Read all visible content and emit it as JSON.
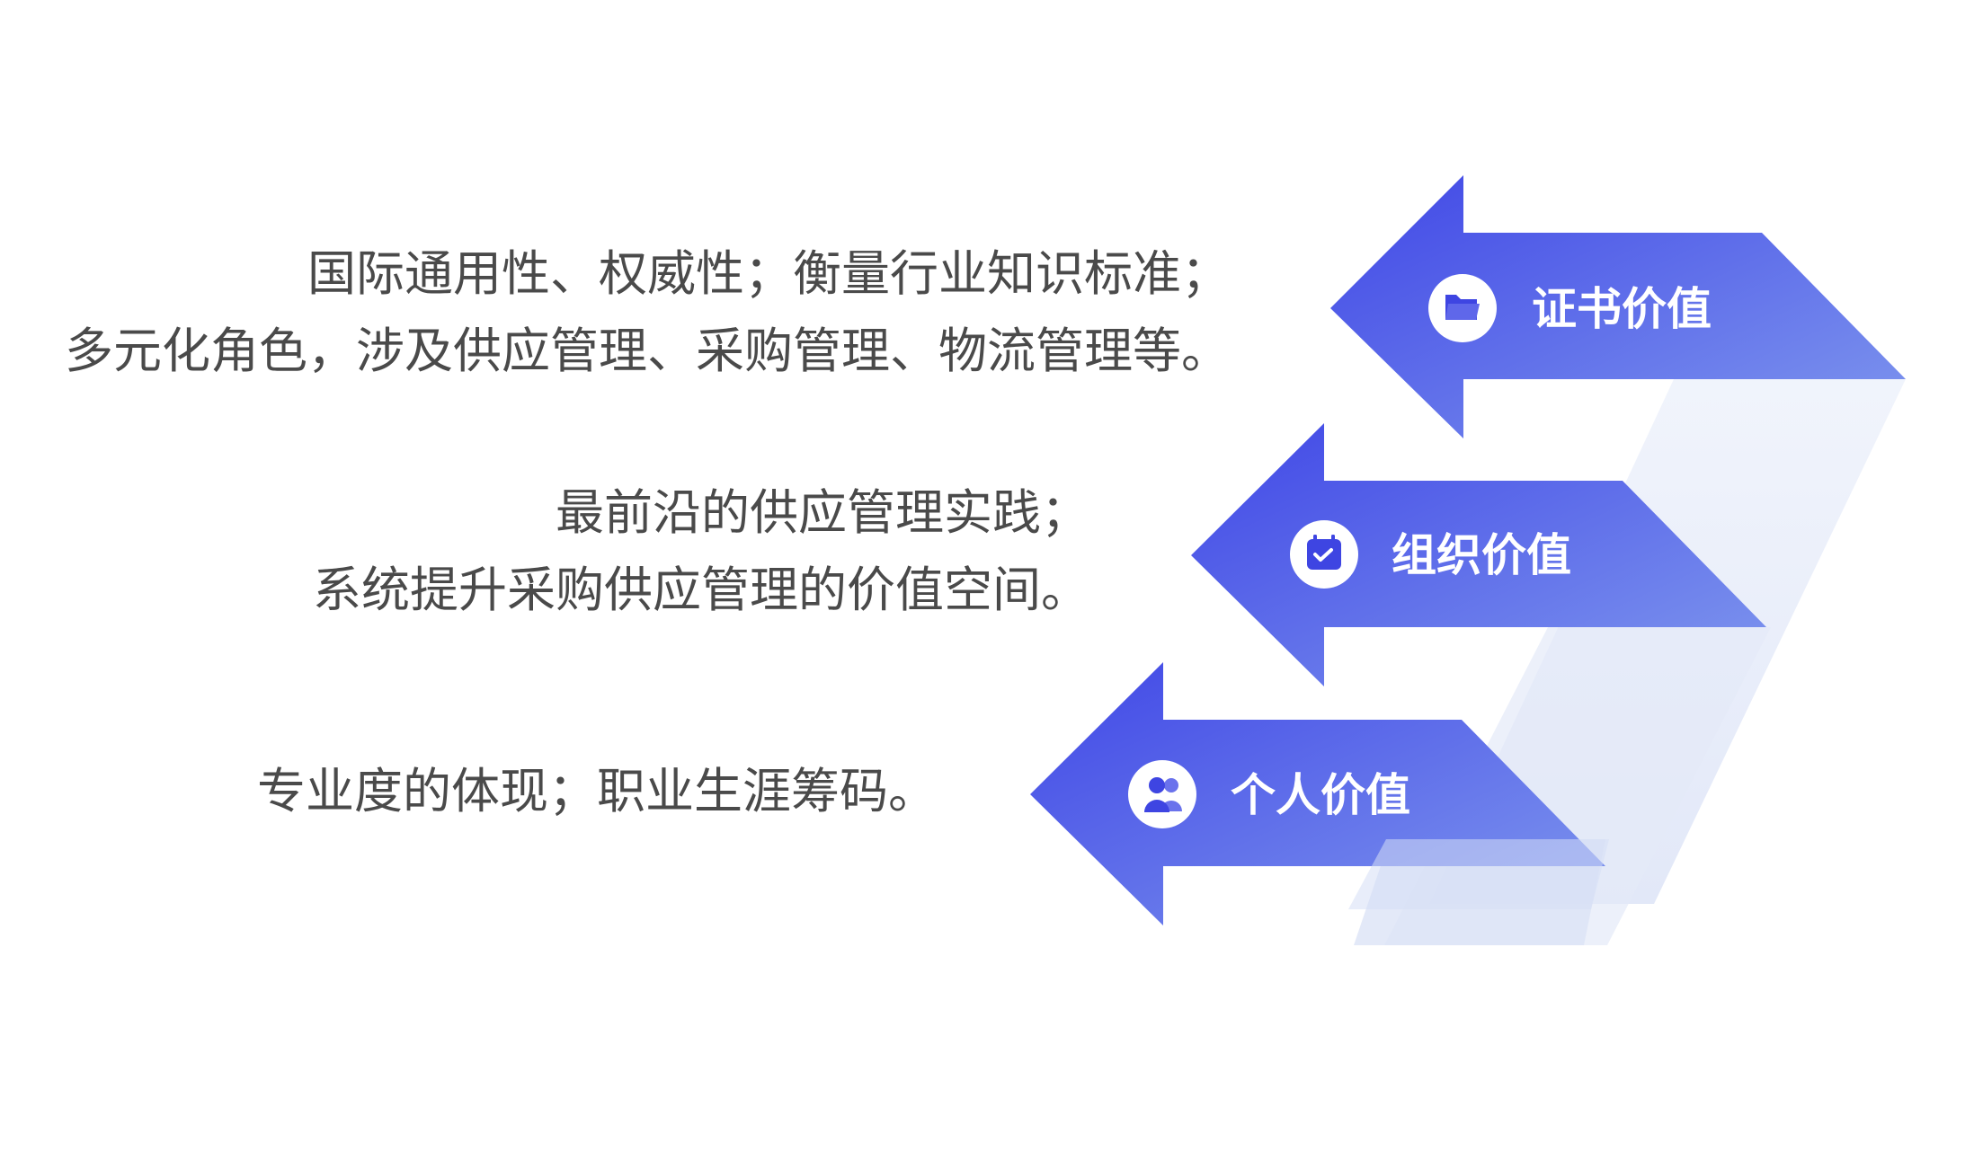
{
  "colors": {
    "arrow_dark": "#4047E6",
    "arrow_light": "#7F97EE",
    "ribbon": "#E4EAF8",
    "icon_color": "#3E45E2",
    "text_color": "#4A4A4A"
  },
  "items": [
    {
      "label": "证书价值",
      "icon": "folder-icon",
      "lines": [
        "国际通用性、权威性；衡量行业知识标准；",
        "多元化角色，涉及供应管理、采购管理、物流管理等。"
      ]
    },
    {
      "label": "组织价值",
      "icon": "calendar-check-icon",
      "lines": [
        "最前沿的供应管理实践；",
        "系统提升采购供应管理的价值空间。"
      ]
    },
    {
      "label": "个人价值",
      "icon": "users-icon",
      "lines": [
        "专业度的体现；职业生涯筹码。"
      ]
    }
  ]
}
